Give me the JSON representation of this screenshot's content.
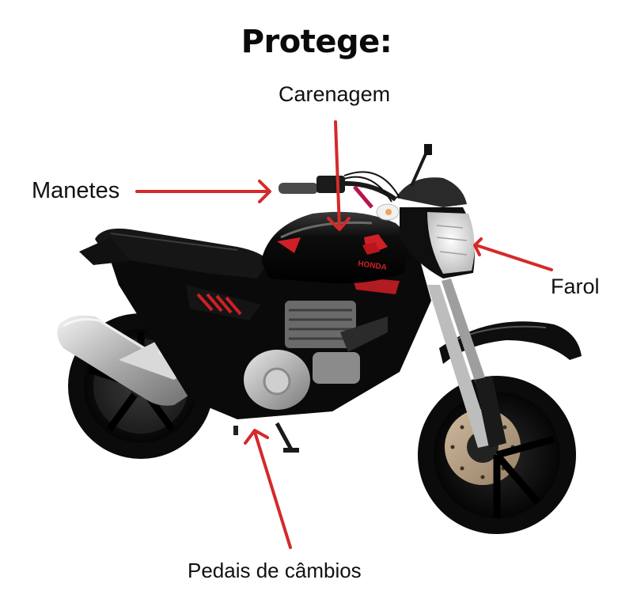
{
  "title": "Protege:",
  "labels": {
    "carenagem": "Carenagem",
    "manetes": "Manetes",
    "farol": "Farol",
    "pedais": "Pedais de câmbios"
  },
  "product": {
    "brand_decal": "HONDA",
    "subject": "motorcycle"
  },
  "colors": {
    "arrow": "#d42a2a",
    "text": "#111111",
    "background": "#ffffff",
    "bike_body": "#111111",
    "decal": "#d01f26"
  }
}
